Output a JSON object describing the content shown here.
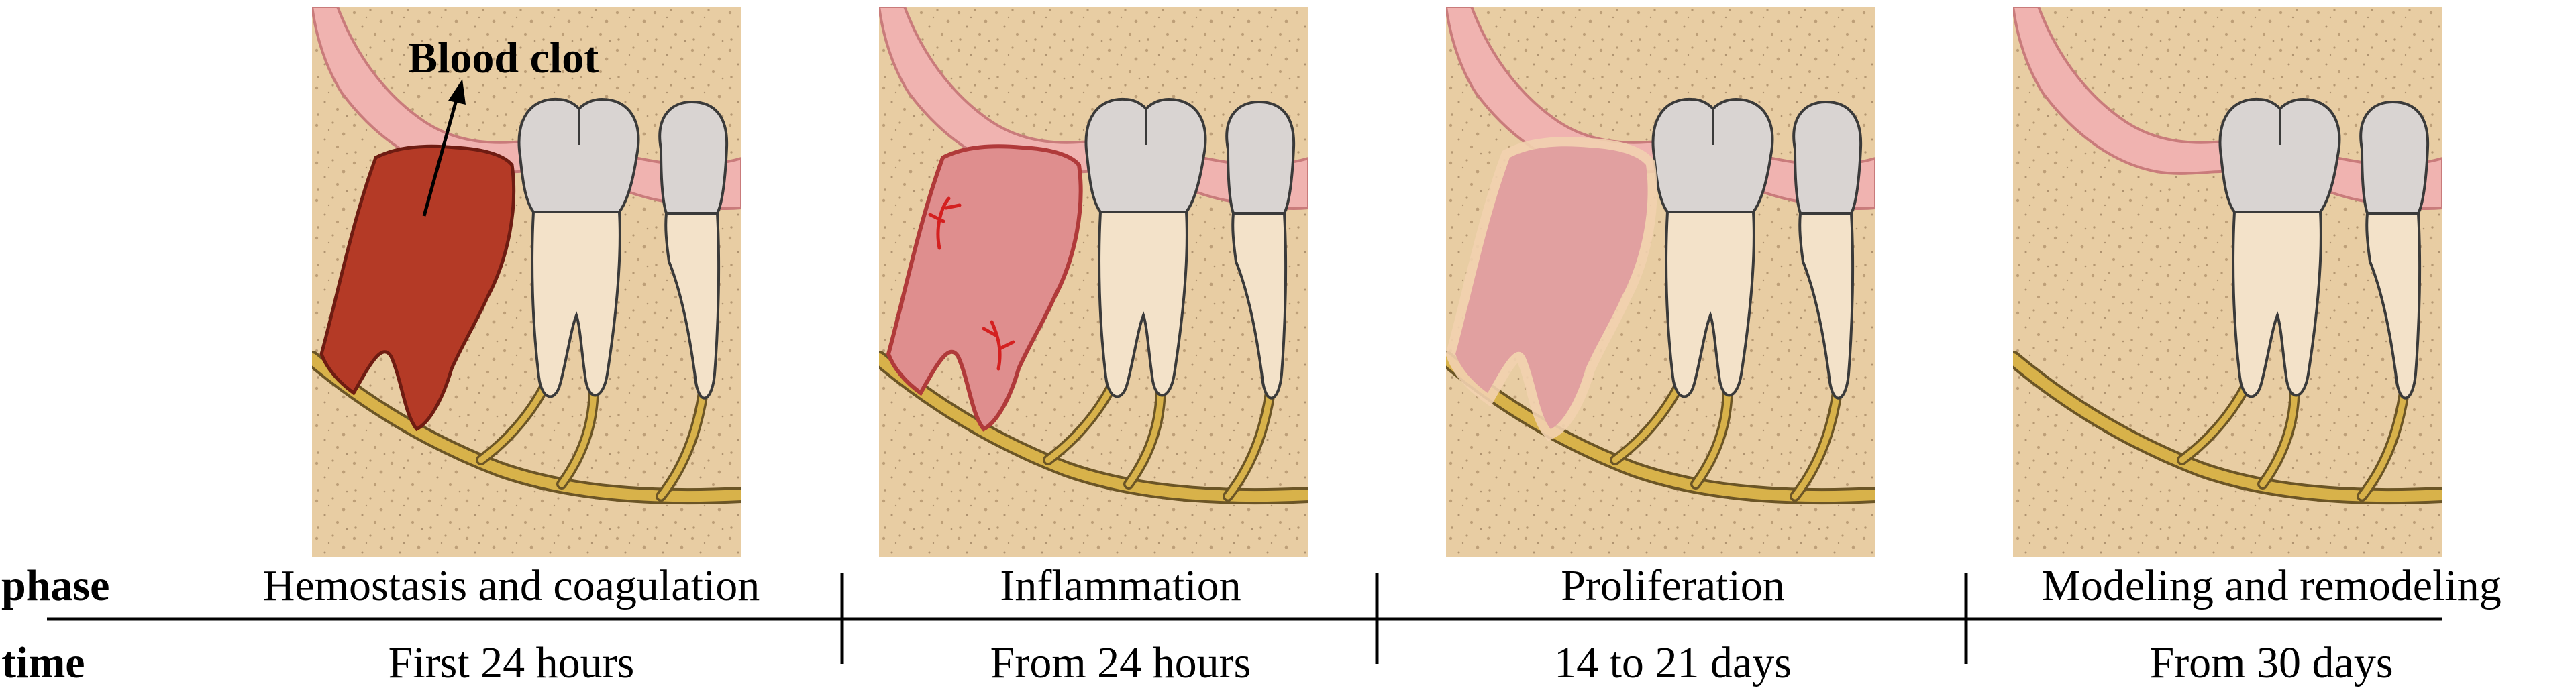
{
  "annotation": {
    "label": "Blood clot"
  },
  "rows": {
    "phase_label": "phase",
    "time_label": "time"
  },
  "stages": [
    {
      "phase": "Hemostasis and coagulation",
      "time": "First 24 hours",
      "socket": "clot"
    },
    {
      "phase": "Inflammation",
      "time": "From 24 hours",
      "socket": "inflamed"
    },
    {
      "phase": "Proliferation",
      "time": "14 to 21 days",
      "socket": "proliferating"
    },
    {
      "phase": "Modeling and remodeling",
      "time": "From 30 days",
      "socket": "healed"
    }
  ],
  "colors": {
    "bone": "#e8cda3",
    "gum": "#f0b3b0",
    "gum_edge": "#c97b7b",
    "crown": "#d9d4d2",
    "root": "#f3e2c9",
    "nerve": "#d8b24a",
    "clot": "#b43a26",
    "inflamed": "#df8e8e",
    "proliferating": "#e1a0a0",
    "vessel": "#d42020"
  }
}
